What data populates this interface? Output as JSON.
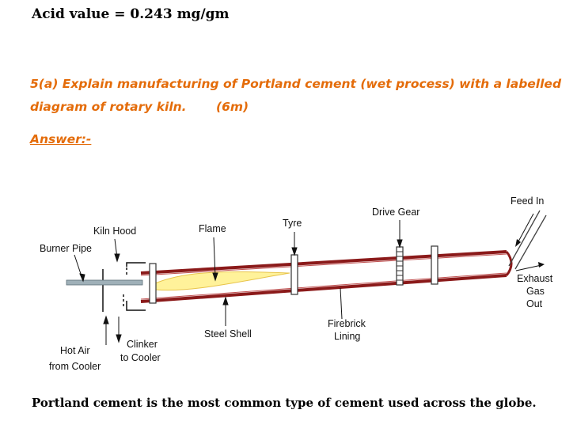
{
  "header": {
    "acid_value": "Acid value = 0.243 mg/gm"
  },
  "question": {
    "text": "5(a) Explain manufacturing of Portland cement (wet process) with a labelled diagram of rotary kiln.",
    "marks": "(6m)"
  },
  "answer_heading": "Answer:-",
  "diagram": {
    "labels": {
      "burner_pipe": "Burner Pipe",
      "kiln_hood": "Kiln Hood",
      "flame": "Flame",
      "tyre": "Tyre",
      "drive_gear": "Drive Gear",
      "feed_in": "Feed In",
      "exhaust_gas_out": [
        "Exhaust",
        "Gas",
        "Out"
      ],
      "hot_air_from_cooler": [
        "Hot Air",
        "from Cooler"
      ],
      "clinker_to_cooler": [
        "Clinker",
        "to Cooler"
      ],
      "steel_shell": "Steel Shell",
      "firebrick_lining": [
        "Firebrick",
        "Lining"
      ]
    },
    "colors": {
      "shell": "#8b1a1a",
      "flame": "#fff29a",
      "burner_pipe": "#9fb0b8"
    }
  },
  "body_text": "Portland cement is the most common type of cement used across the globe."
}
